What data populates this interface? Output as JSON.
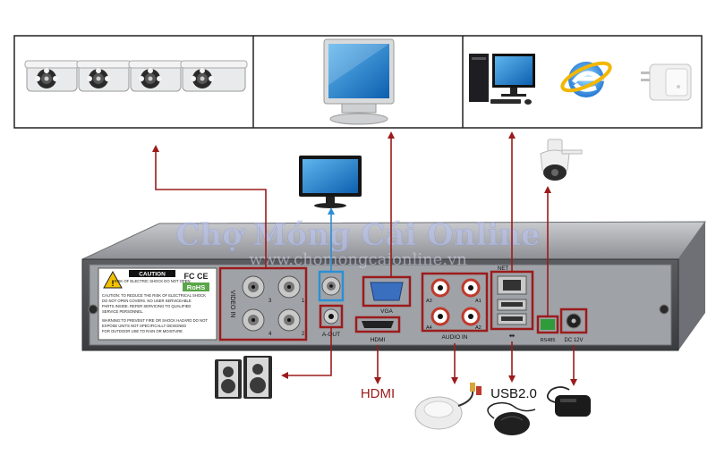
{
  "dvr": {
    "caution_title": "CAUTION",
    "caution_sub": "RISK OF ELECTRIC SHOCK DO NOT OPEN",
    "caution_lines": [
      "CAUTION: TO REDUCE THE RISK OF ELECTRICAL SHOCK",
      "DO NOT OPEN COVERS. NO USER SERVICEABLE",
      "PARTS INSIDE. REFER SERVICING TO QUALIFIED",
      "SERVICE PERSONNEL.",
      "WARNING:TO PREVENT FIRE OR SHOCK HAZARD DO NOT",
      "EXPOSE UNITS NOT SPECIFICALLY DESIGNED",
      "FOR OUTDOOR USE TO RAIN OR MOISTURE"
    ],
    "fcc": "FC CE",
    "rohs": "RoHS",
    "video_in": "VIDEO IN",
    "bnc_numbers": [
      "3",
      "1",
      "4",
      "2"
    ],
    "vga": "VGA",
    "hdmi": "HDMI",
    "a_out": "A-OUT",
    "audio_in": "AUDIO IN",
    "audio_ports": [
      "A3",
      "A1",
      "A4",
      "A2"
    ],
    "net": "NET",
    "rs485": "RS485",
    "dc": "DC 12V"
  },
  "labels": {
    "hdmi": "HDMI",
    "usb": "USB2.0"
  },
  "watermark": {
    "main": "Chợ Móng Cái Online",
    "url": "www.chomongcaionline.vn"
  },
  "colors": {
    "connector_red": "#9b1b1b",
    "cvbs_blue": "#2b8fd6",
    "dvr_panel": "#4a4c50",
    "dvr_top": "#a7a9ad"
  }
}
